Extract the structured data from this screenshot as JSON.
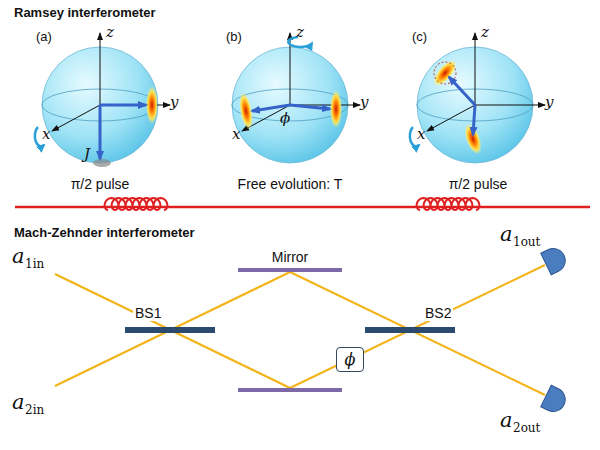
{
  "diagram": {
    "nodes": [
      {
        "text": [
          "ϕ"
        ]
      }
    ],
    "labels": [
      "Ramsey interferometer",
      "(a)",
      "z",
      "x",
      "y",
      "J",
      "π/2 pulse",
      "(b)",
      "z",
      "x",
      "y",
      "ϕ",
      "Free evolution: T",
      "(c)",
      "z",
      "x",
      "y",
      "π/2 pulse",
      "Mach-Zehnder interferometer",
      "Mirror",
      "BS1",
      "BS2",
      "a",
      "1in",
      "a",
      "2in",
      "a",
      "1out",
      "a",
      "2out"
    ]
  }
}
